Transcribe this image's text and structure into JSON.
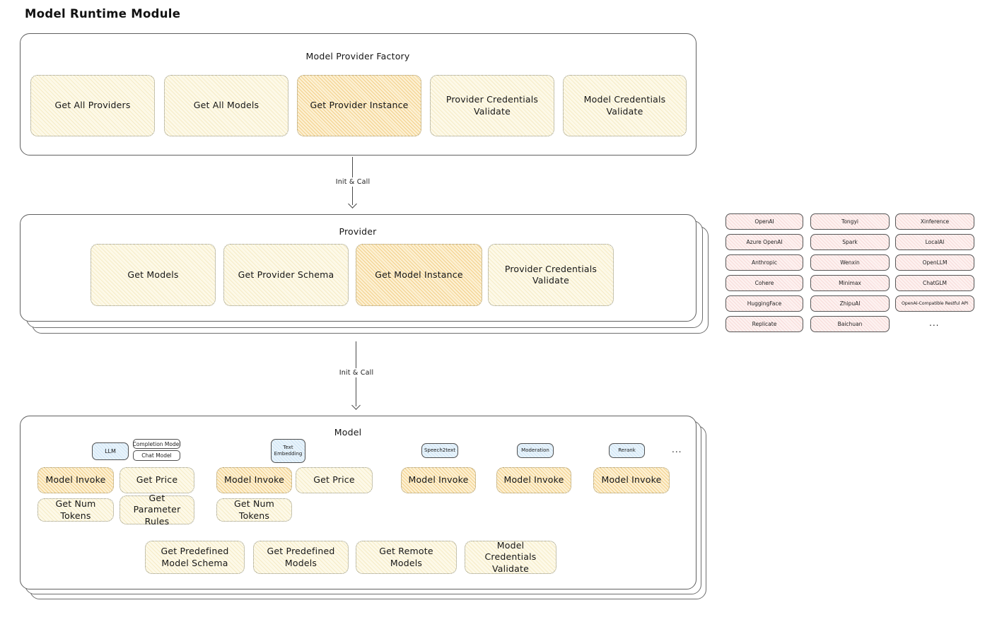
{
  "page": {
    "title": "Model Runtime Module"
  },
  "flow": {
    "arrow1_label": "Init & Call",
    "arrow2_label": "Init & Call"
  },
  "factory": {
    "title": "Model Provider Factory",
    "methods": [
      "Get All Providers",
      "Get All Models",
      "Get Provider Instance",
      "Provider Credentials Validate",
      "Model Credentials Validate"
    ]
  },
  "provider": {
    "title": "Provider",
    "methods": [
      "Get Models",
      "Get Provider Schema",
      "Get Model Instance",
      "Provider Credentials Validate"
    ]
  },
  "providers": {
    "items": [
      "OpenAI",
      "Tongyi",
      "Xinference",
      "Azure OpenAI",
      "Spark",
      "LocalAI",
      "Anthropic",
      "Wenxin",
      "OpenLLM",
      "Cohere",
      "Minimax",
      "ChatGLM",
      "HuggingFace",
      "ZhipuAI",
      "OpenAI-Compatible Restful API",
      "Replicate",
      "Baichuan"
    ],
    "more": "..."
  },
  "model": {
    "title": "Model",
    "tags": {
      "llm": "LLM",
      "completion": "Completion Model",
      "chat": "Chat Model",
      "text_embedding": "Text Embedding",
      "speech2text": "Speech2text",
      "moderation": "Moderation",
      "rerank": "Rerank",
      "more": "..."
    },
    "methods": {
      "model_invoke": "Model Invoke",
      "get_price": "Get Price",
      "get_num_tokens": "Get Num Tokens",
      "get_parameter_rules": "Get Parameter Rules",
      "get_predefined_model_schema": "Get Predefined Model Schema",
      "get_predefined_models": "Get Predefined Models",
      "get_remote_models": "Get Remote Models",
      "model_credentials_validate": "Model Credentials Validate"
    }
  },
  "colors": {
    "yellow_fill": "#fdf9e8",
    "yellow_hatch": "#f5ebc6",
    "orange_fill": "#fcf0d2",
    "orange_hatch": "#f3d08c",
    "pink_fill": "#fdf1f0",
    "pink_hatch": "#f7dbd9",
    "blue_fill": "#e8f3fb",
    "blue_hatch": "#cfe5f5"
  }
}
